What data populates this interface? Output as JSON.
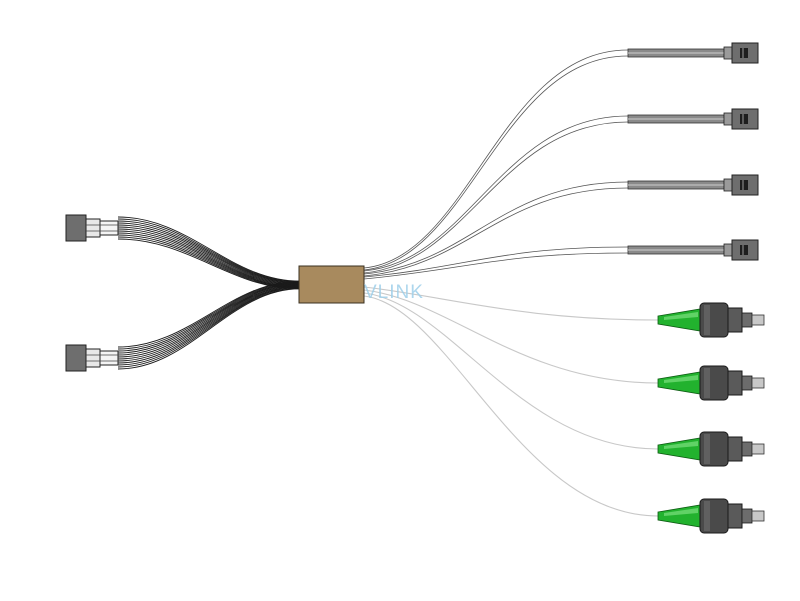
{
  "diagram": {
    "watermark": "VLINK",
    "colors": {
      "background": "#ffffff",
      "splitter_body": "#a88a5e",
      "ribbon": "#1a1a1a",
      "white_fiber": "#555555",
      "gray_fiber": "#c8c8c8",
      "connector_body": "#6e6e6e",
      "sc_boot": "#22b22e",
      "sc_housing": "#4a4a4a",
      "sc_ferrule": "#c8c8c8",
      "watermark": "#9fd0ea"
    },
    "input_connectors": [
      {
        "name": "mpo-connector-top",
        "icon": "mpo-connector-icon"
      },
      {
        "name": "mpo-connector-bottom",
        "icon": "mpo-connector-icon"
      }
    ],
    "output_ports": [
      {
        "type": "mpo",
        "icon": "mpo-connector-icon"
      },
      {
        "type": "mpo",
        "icon": "mpo-connector-icon"
      },
      {
        "type": "mpo",
        "icon": "mpo-connector-icon"
      },
      {
        "type": "mpo",
        "icon": "mpo-connector-icon"
      },
      {
        "type": "sc-apc",
        "icon": "sc-apc-connector-icon"
      },
      {
        "type": "sc-apc",
        "icon": "sc-apc-connector-icon"
      },
      {
        "type": "sc-apc",
        "icon": "sc-apc-connector-icon"
      },
      {
        "type": "sc-apc",
        "icon": "sc-apc-connector-icon"
      }
    ]
  }
}
